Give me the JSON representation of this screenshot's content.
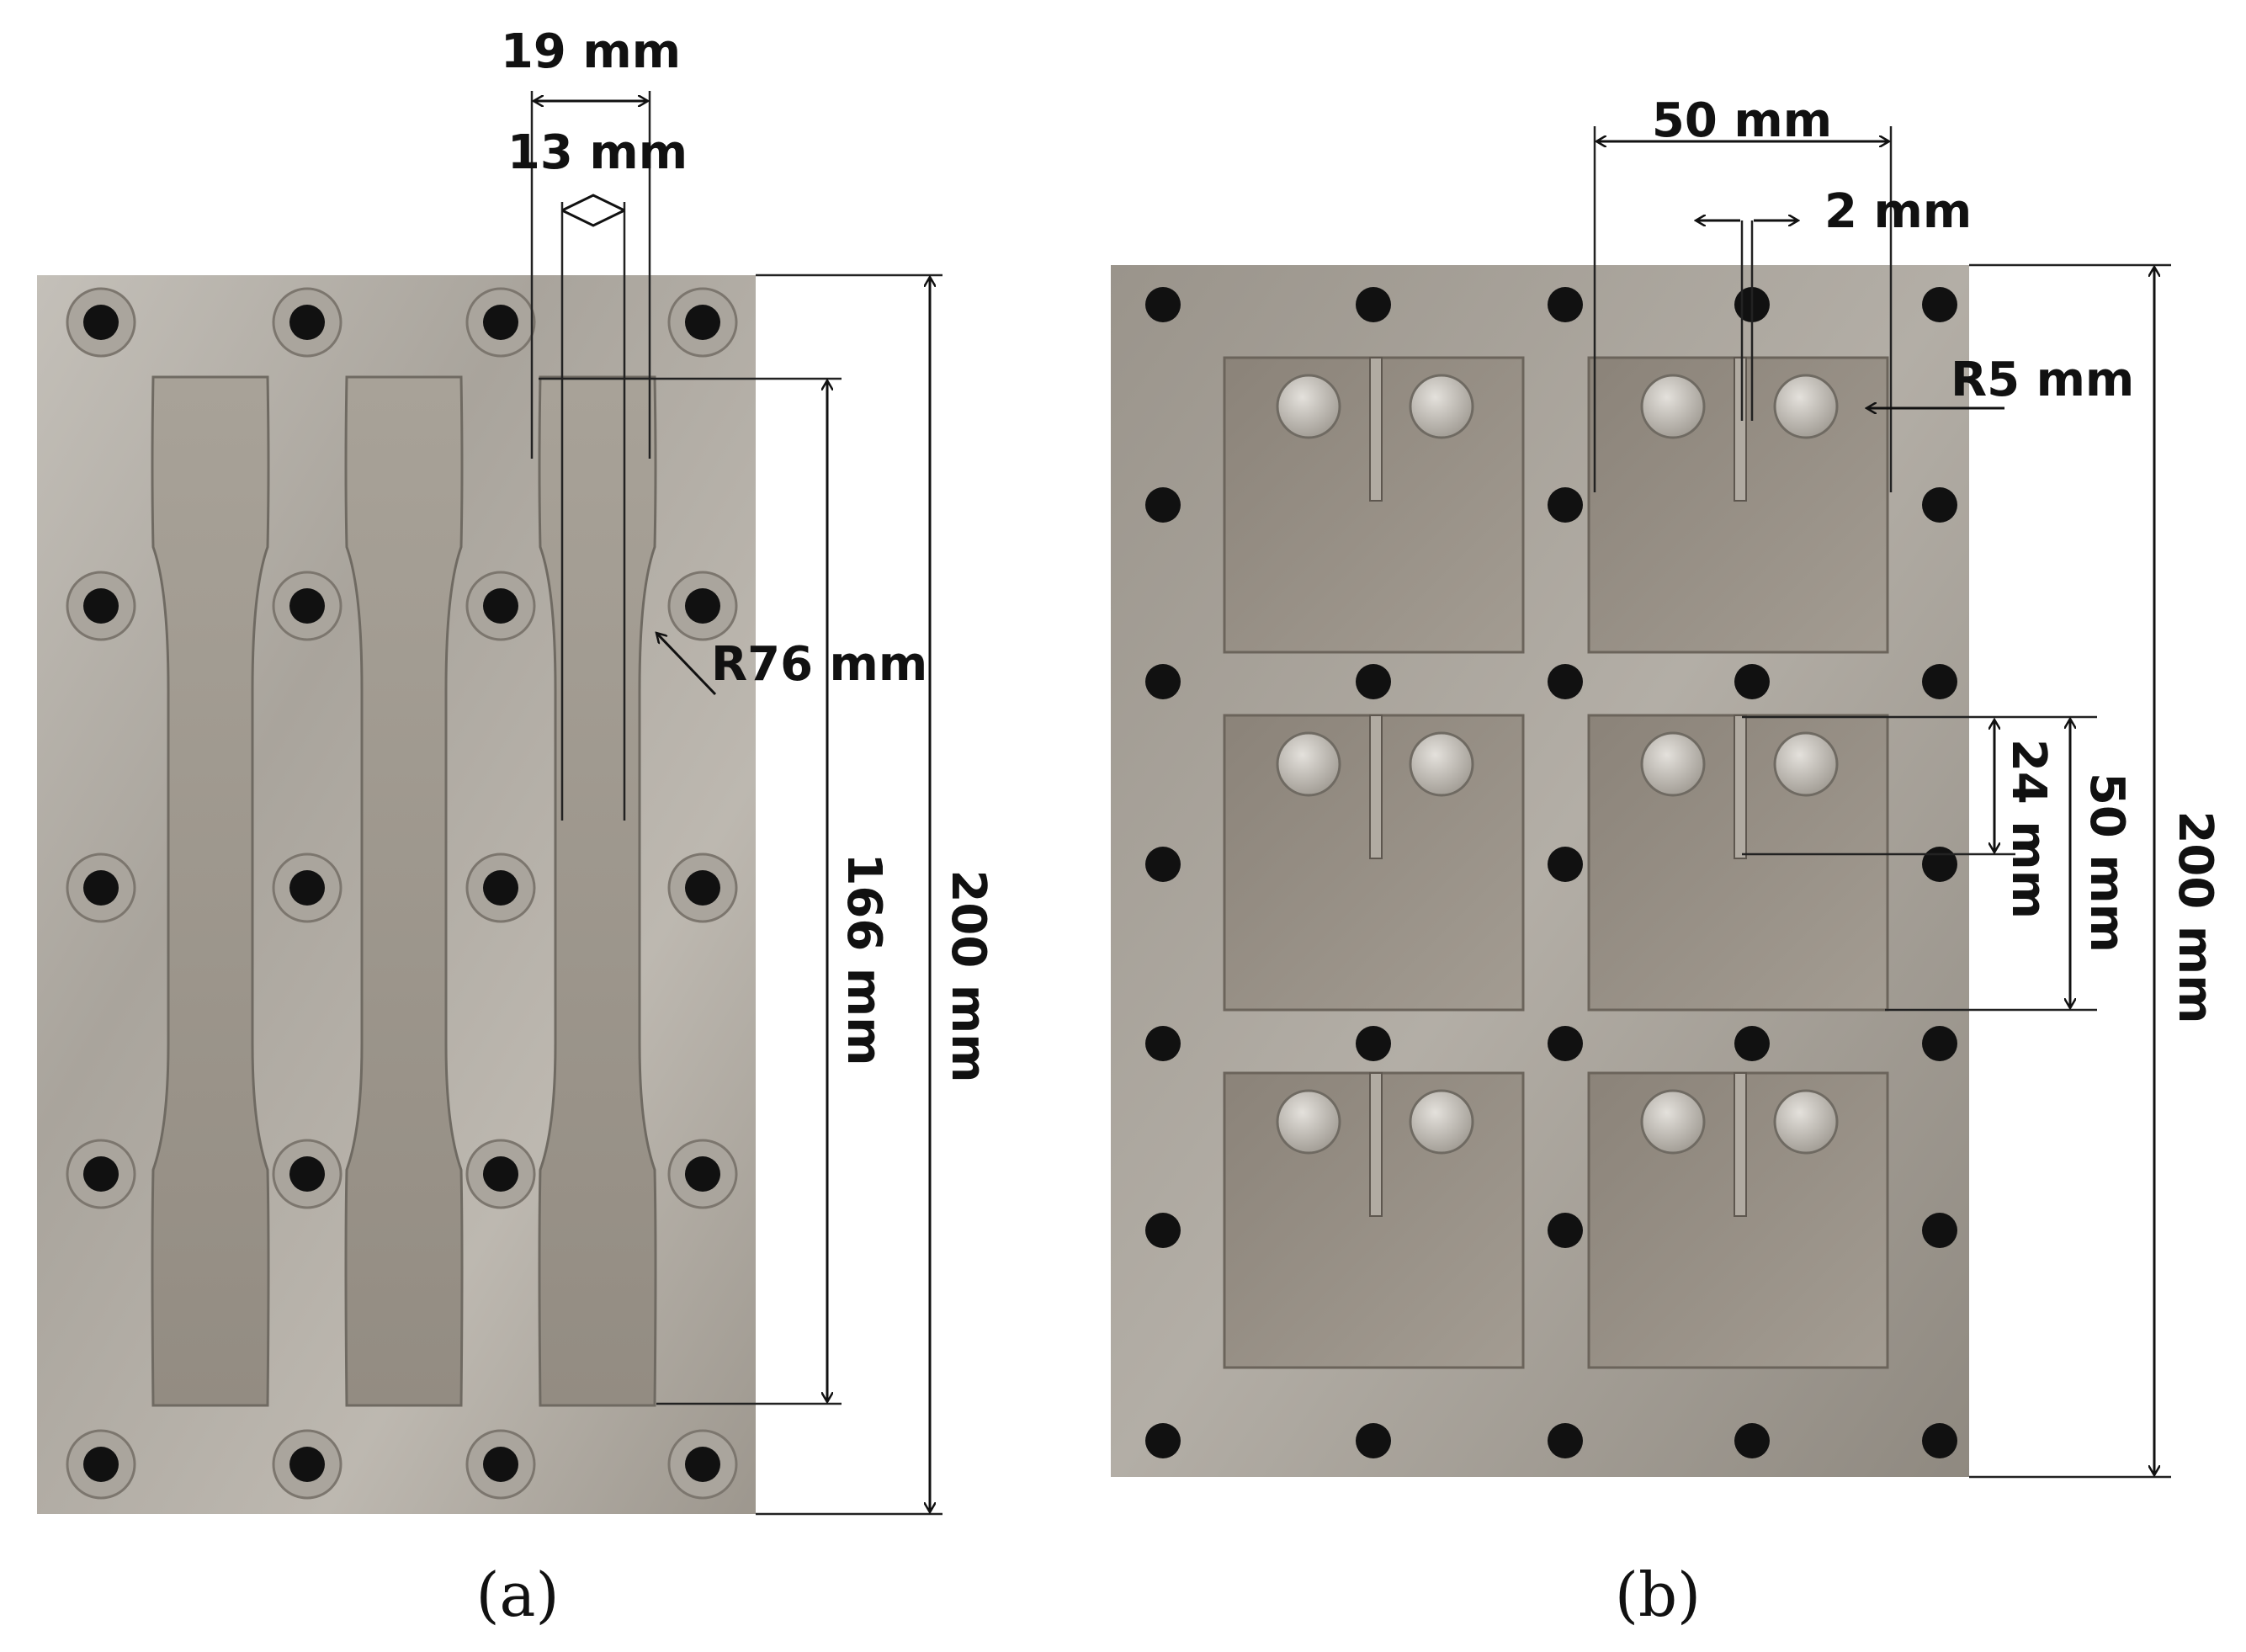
{
  "figure": {
    "panel_a": {
      "caption": "(a)",
      "dimensions": {
        "outer_width": "19 mm",
        "inner_width": "13 mm",
        "fillet_radius": "R76 mm",
        "gauge_length": "166 mm",
        "plate_length": "200 mm"
      }
    },
    "panel_b": {
      "caption": "(b)",
      "dimensions": {
        "specimen_width": "50 mm",
        "notch_width": "2 mm",
        "notch_radius": "R5 mm",
        "notch_depth": "24 mm",
        "specimen_height": "50 mm",
        "plate_length": "200 mm"
      }
    }
  },
  "colors": {
    "metal_light": "#b9b4ac",
    "metal_dark": "#8e8880",
    "cavity": "#9c958c",
    "hole": "#111111",
    "line": "#111111"
  }
}
